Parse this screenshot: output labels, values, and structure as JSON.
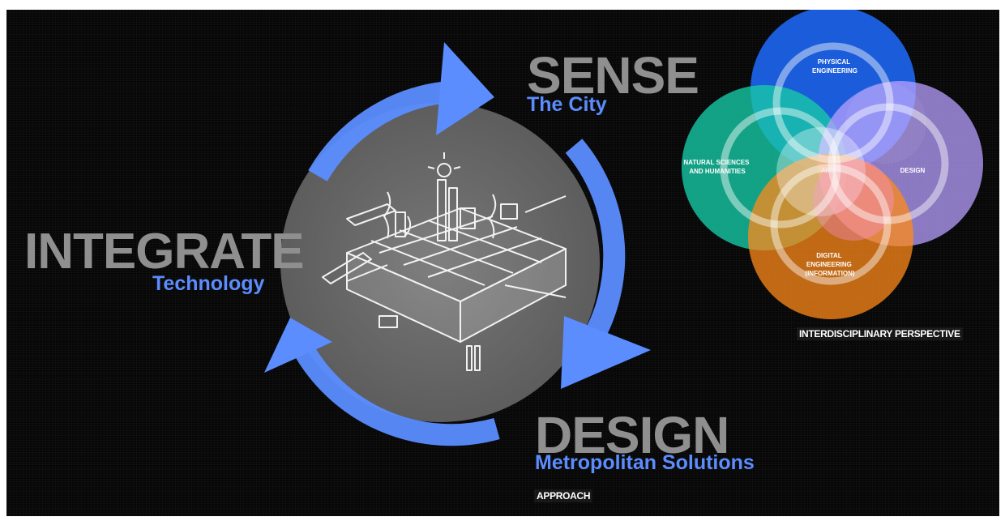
{
  "cycle": {
    "sense": {
      "title": "SENSE",
      "subtitle": "The City"
    },
    "integrate": {
      "title": "INTEGRATE",
      "subtitle": "Technology"
    },
    "design": {
      "title": "DESIGN",
      "subtitle": "Metropolitan Solutions"
    },
    "caption": "APPROACH"
  },
  "venn": {
    "circles": [
      {
        "label_lines": [
          "PHYSICAL",
          "ENGINEERING"
        ],
        "color": "#1f6bff"
      },
      {
        "label_lines": [
          "NATURAL SCIENCES",
          "AND HUMANITIES"
        ],
        "color": "#17c8a6"
      },
      {
        "label_lines": [
          "DESIGN"
        ],
        "color": "#b7a0ff"
      },
      {
        "label_lines": [
          "DIGITAL",
          "ENGINEERING",
          "(INFORMATION)"
        ],
        "color": "#ff8a1a"
      }
    ],
    "center_label": "AMS",
    "caption": "INTERDISCIPLINARY PERSPECTIVE"
  },
  "colors": {
    "background": "#070707",
    "arrow_blue": "#5b8dff",
    "core_gray": "#6e6e6e",
    "title_gray": "#8f8f8f"
  }
}
